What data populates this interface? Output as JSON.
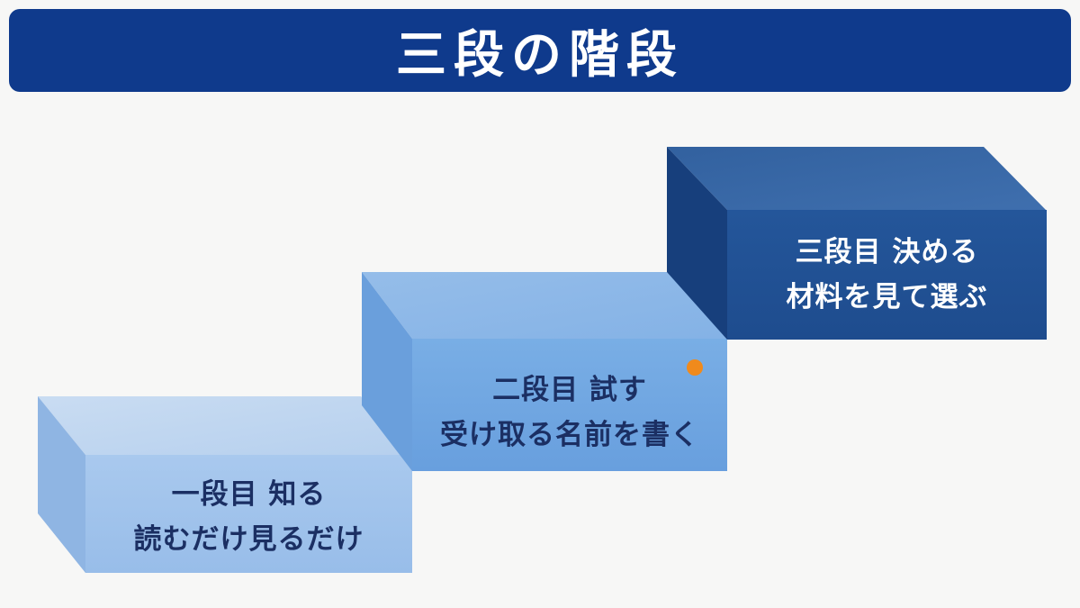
{
  "title": "三段の階段",
  "steps": [
    {
      "line1": "一段目 知る",
      "line2": "読むだけ見るだけ"
    },
    {
      "line1": "二段目 試す",
      "line2": "受け取る名前を書く"
    },
    {
      "line1": "三段目 決める",
      "line2": "材料を見て選ぶ"
    }
  ],
  "colors": {
    "banner": "#0f3a8c",
    "step1": "#9fc3ea",
    "step2": "#6ea4de",
    "step3": "#1f4f93",
    "marker": "#f08a1c"
  }
}
